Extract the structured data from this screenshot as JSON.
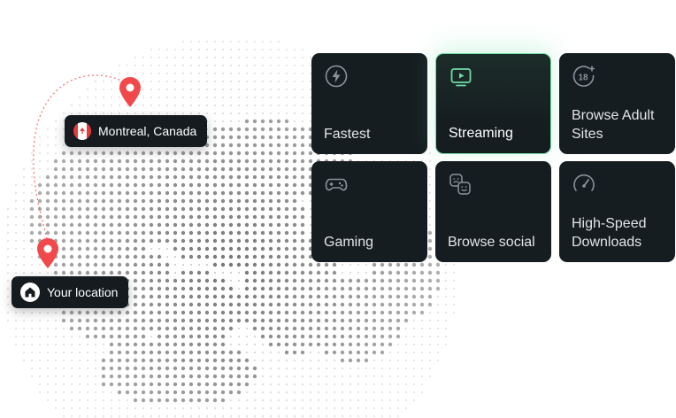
{
  "locations": {
    "destination": {
      "label": "Montreal, Canada",
      "flag_icon": "canada-flag-icon"
    },
    "origin": {
      "label": "Your location",
      "icon": "home-icon"
    }
  },
  "tiles": [
    {
      "label": "Fastest",
      "icon": "lightning-icon",
      "active": false
    },
    {
      "label": "Streaming",
      "icon": "tv-play-icon",
      "active": true
    },
    {
      "label": "Browse Adult Sites",
      "icon": "18-plus-icon",
      "active": false
    },
    {
      "label": "Gaming",
      "icon": "gamepad-icon",
      "active": false
    },
    {
      "label": "Browse social",
      "icon": "social-faces-icon",
      "active": false
    },
    {
      "label": "High-Speed Downloads",
      "icon": "speedometer-icon",
      "active": false
    }
  ],
  "colors": {
    "tile_bg": "#161d21",
    "accent": "#6fdca7",
    "pin": "#f0484b",
    "dots": "#4a4a4a"
  }
}
